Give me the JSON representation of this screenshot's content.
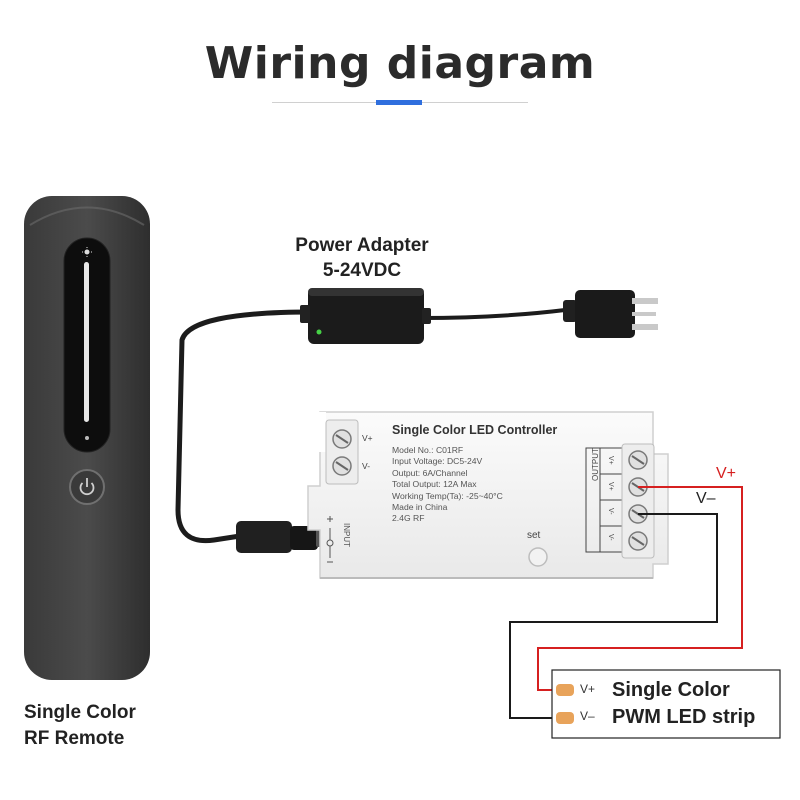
{
  "header": {
    "title": "Wiring diagram",
    "accent_color": "#2f6fde"
  },
  "remote": {
    "label_line1": "Single Color",
    "label_line2": "RF Remote",
    "power_icon": "power-icon",
    "brightness_icon": "sun-icon"
  },
  "adapter": {
    "label_line1": "Power Adapter",
    "label_line2": "5-24VDC"
  },
  "controller": {
    "title": "Single Color LED Controller",
    "specs": [
      "Model No.: C01RF",
      "Input Voltage: DC5-24V",
      "Output: 6A/Channel",
      "Total Output: 12A Max",
      "Working Temp(Ta): -25~40°C",
      "Made in China",
      "2.4G RF"
    ],
    "input_label": "INPUT",
    "input_terminals": [
      "V+",
      "V-"
    ],
    "output_label": "OUTPUT",
    "output_terminals": [
      "V+",
      "V+",
      "V-",
      "V-"
    ],
    "set_label": "set"
  },
  "wires": {
    "red_label": "V+",
    "black_label": "V–",
    "red_color": "#d62020",
    "black_color": "#1a1a1a"
  },
  "strip": {
    "line1": "Single Color",
    "line2": "PWM LED strip",
    "pin_plus": "V+",
    "pin_minus": "V–",
    "pad_color": "#e8a35a"
  }
}
